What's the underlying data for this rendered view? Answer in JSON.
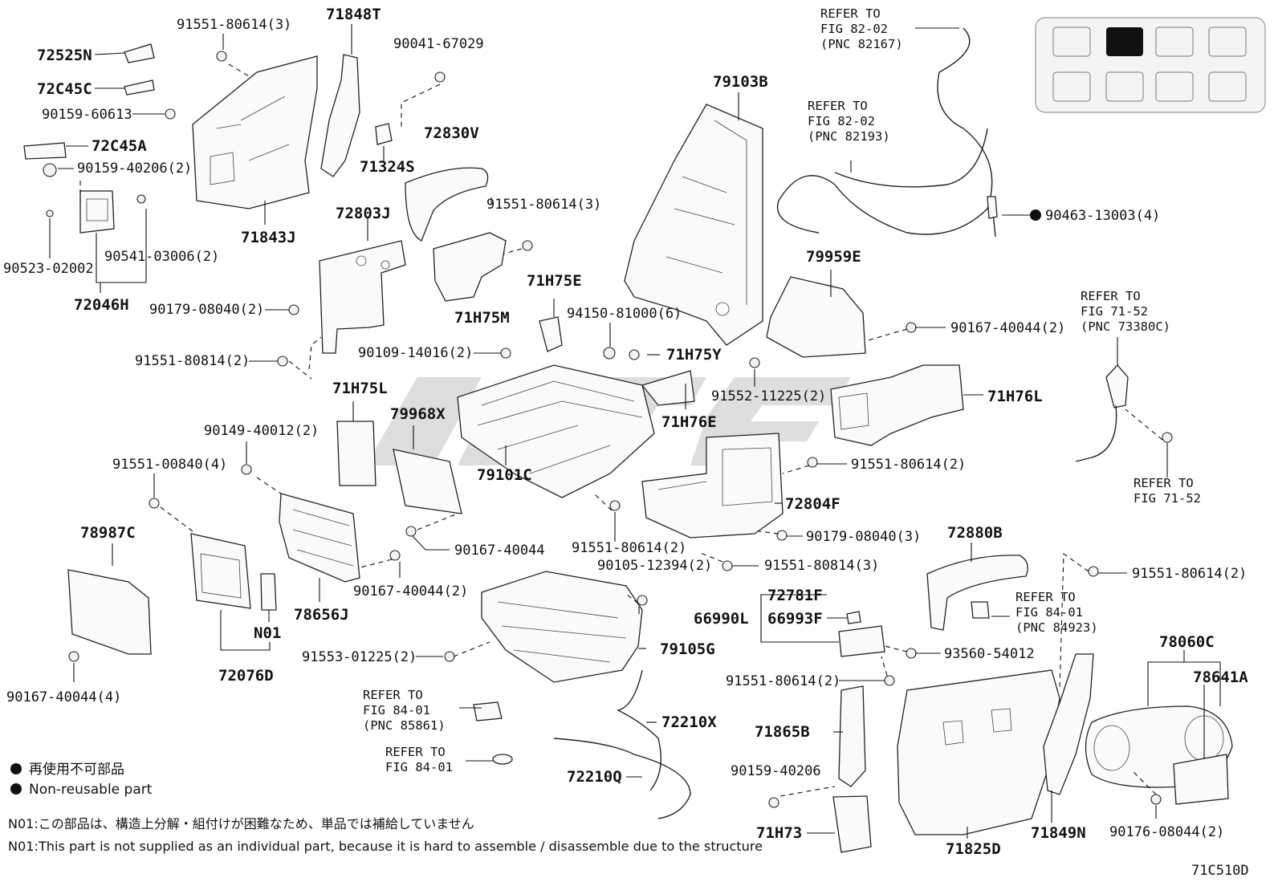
{
  "diagram": {
    "code": "71C510D",
    "watermark": "ATCG",
    "legend": {
      "jp": "再使用不可部品",
      "en": "Non-reusable part"
    },
    "notes": [
      "N01:この部品は、構造上分解・組付けが困難なため、単品では補給していません",
      "N01:This part is not supplied as an individual part, because it is hard to assemble / disassemble due to the structure"
    ],
    "labels": {
      "p72525N": "72525N",
      "p72C45C": "72C45C",
      "p90159_60613": "90159-60613",
      "p72C45A": "72C45A",
      "p90159_40206_2": "90159-40206(2)",
      "p90523_02002": "90523-02002",
      "p90541_03006_2": "90541-03006(2)",
      "p72046H": "72046H",
      "p91551_80614_3a": "91551-80614(3)",
      "p71848T": "71848T",
      "p71843J": "71843J",
      "p90041_67029": "90041-67029",
      "p71324S": "71324S",
      "p72830V": "72830V",
      "p72803J": "72803J",
      "p91551_80614_3b": "91551-80614(3)",
      "p90179_08040_2": "90179-08040(2)",
      "p71H75M": "71H75M",
      "p71H75E": "71H75E",
      "p91551_80814_2": "91551-80814(2)",
      "p90109_14016_2": "90109-14016(2)",
      "p94150_81000_6": "94150-81000(6)",
      "p71H75Y": "71H75Y",
      "p79103B": "79103B",
      "p91552_11225_2": "91552-11225(2)",
      "p71H75L": "71H75L",
      "p79968X": "79968X",
      "p71H76E": "71H76E",
      "p79101C": "79101C",
      "p90149_40012_2": "90149-40012(2)",
      "p91551_00840_4": "91551-00840(4)",
      "p78987C": "78987C",
      "p90167_40044a": "90167-40044",
      "p91551_80614_2a": "91551-80614(2)",
      "p90167_40044_2a": "90167-40044(2)",
      "p78656J": "78656J",
      "pN01": "N01",
      "p72076D": "72076D",
      "p90167_40044_4": "90167-40044(4)",
      "p90105_12394_2": "90105-12394(2)",
      "p91551_80814_3": "91551-80814(3)",
      "p91553_01225_2": "91553-01225(2)",
      "p79105G": "79105G",
      "p72210X": "72210X",
      "p72210Q": "72210Q",
      "p72804F": "72804F",
      "p91551_80614_2b": "91551-80614(2)",
      "p90179_08040_3": "90179-08040(3)",
      "p79959E": "79959E",
      "p90167_40044_2b": "90167-40044(2)",
      "p71H76L": "71H76L",
      "p90463_13003_4": "90463-13003(4)",
      "p72781F": "72781F",
      "p66990L": "66990L",
      "p66993F": "66993F",
      "p93560_54012": "93560-54012",
      "p91551_80614_2c": "91551-80614(2)",
      "p71865B": "71865B",
      "p90159_40206": "90159-40206",
      "p71H73": "71H73",
      "p71825D": "71825D",
      "p71849N": "71849N",
      "p72880B": "72880B",
      "p91551_80614_2d": "91551-80614(2)",
      "p78060C": "78060C",
      "p78641A": "78641A",
      "p90176_08044_2": "90176-08044(2)"
    },
    "refs": {
      "r82167": [
        "REFER TO",
        "FIG 82-02",
        "(PNC 82167)"
      ],
      "r82193": [
        "REFER TO",
        "FIG 82-02",
        "(PNC 82193)"
      ],
      "r73380C": [
        "REFER TO",
        "FIG 71-52",
        "(PNC 73380C)"
      ],
      "r7152": [
        "REFER TO",
        "FIG 71-52"
      ],
      "r84923": [
        "REFER TO",
        "FIG 84-01",
        "(PNC 84923)"
      ],
      "r85861": [
        "REFER TO",
        "FIG 84-01",
        "(PNC 85861)"
      ],
      "r8401": [
        "REFER TO",
        "FIG 84-01"
      ]
    }
  }
}
